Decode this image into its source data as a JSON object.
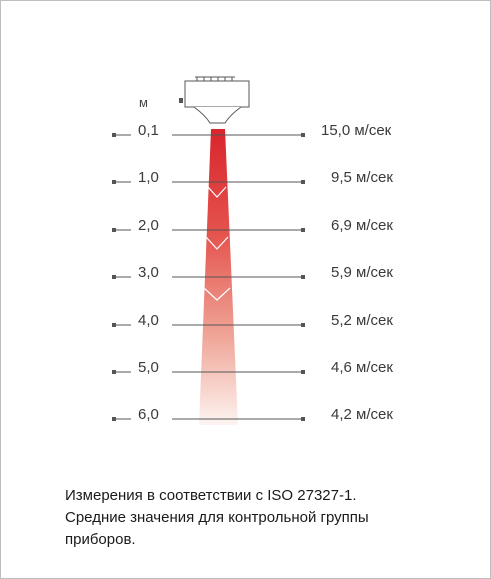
{
  "diagram": {
    "unit": "м",
    "rows": [
      {
        "distance": "0,1",
        "speed": "15,0 м/сек"
      },
      {
        "distance": "1,0",
        "speed": "9,5 м/сек"
      },
      {
        "distance": "2,0",
        "speed": "6,9 м/сек"
      },
      {
        "distance": "3,0",
        "speed": "5,9 м/сек"
      },
      {
        "distance": "4,0",
        "speed": "5,2 м/сек"
      },
      {
        "distance": "5,0",
        "speed": "4,6 м/сек"
      },
      {
        "distance": "6,0",
        "speed": "4,2 м/сек"
      }
    ],
    "colors": {
      "jet_top": "#d9252c",
      "jet_bottom": "#fdf0ec",
      "line": "#555555"
    }
  },
  "caption": {
    "line1": "Измерения в соответствии с ISO 27327-1.",
    "line2": "Средние значения для контрольной группы",
    "line3": "приборов."
  }
}
